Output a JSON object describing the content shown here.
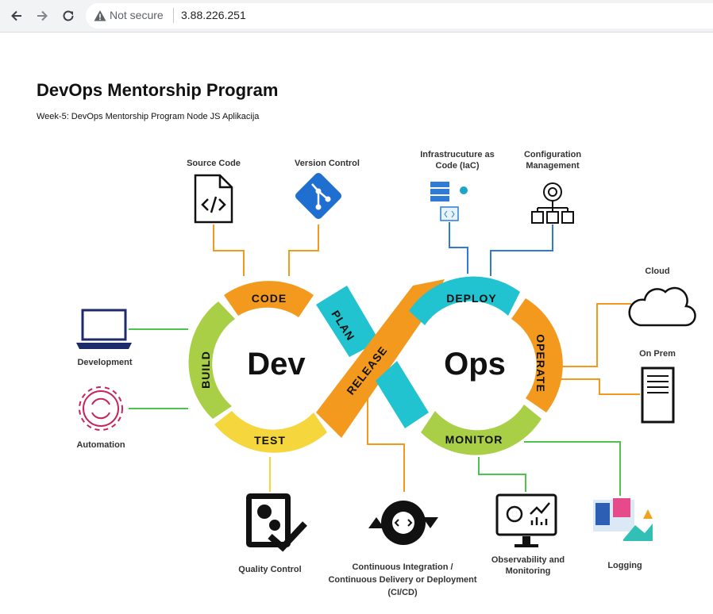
{
  "browser": {
    "security_text": "Not secure",
    "url": "3.88.226.251"
  },
  "page": {
    "title": "DevOps Mentorship Program",
    "subtitle": "Week-5: DevOps Mentorship Program Node JS Aplikacija"
  },
  "loop": {
    "dev": "Dev",
    "ops": "Ops",
    "segments": {
      "code": "CODE",
      "plan": "PLAN",
      "build": "BUILD",
      "test": "TEST",
      "release": "RELEASE",
      "deploy": "DEPLOY",
      "operate": "OPERATE",
      "monitor": "MONITOR"
    },
    "colors": {
      "orange": "#f39a1e",
      "teal": "#20c3cf",
      "green": "#a8cf45",
      "yellow": "#f5d63c"
    }
  },
  "labels": {
    "source_code": "Source Code",
    "version_control": "Version Control",
    "iac_line1": "Infrastrucuture as",
    "iac_line2": "Code (IaC)",
    "config_line1": "Configuration",
    "config_line2": "Management",
    "cloud": "Cloud",
    "on_prem": "On Prem",
    "development": "Development",
    "automation": "Automation",
    "quality_control": "Quality Control",
    "cicd_line1": "Continuous Integration /",
    "cicd_line2": "Continuous Delivery or Deployment",
    "cicd_line3": "(CI/CD)",
    "observability_line1": "Observability and",
    "observability_line2": "Monitoring",
    "logging": "Logging"
  },
  "icons": [
    "back-arrow-icon",
    "forward-arrow-icon",
    "reload-icon",
    "warning-icon",
    "document-code-icon",
    "git-icon",
    "server-code-icon",
    "gear-network-icon",
    "cloud-icon",
    "server-tower-icon",
    "laptop-icon",
    "gear-cycle-icon",
    "gear-check-icon",
    "gear-code-icon",
    "monitor-chart-icon",
    "logging-dashboard-icon"
  ]
}
